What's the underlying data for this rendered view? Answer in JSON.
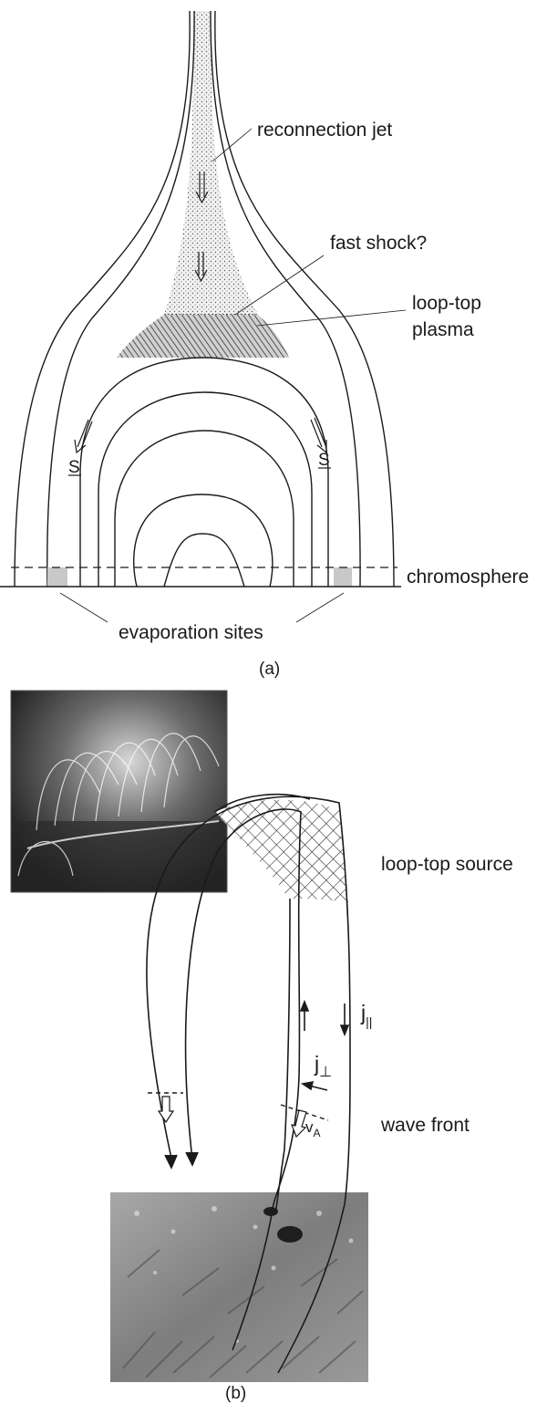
{
  "panel_a": {
    "caption": "(a)",
    "labels": {
      "reconnection_jet": "reconnection jet",
      "fast_shock": "fast shock?",
      "loop_top_1": "loop-top",
      "loop_top_2": "plasma",
      "chromosphere": "chromosphere",
      "evaporation": "evaporation sites",
      "s_left": "S",
      "s_right": "S"
    }
  },
  "panel_b": {
    "caption": "(b)",
    "labels": {
      "loop_top_source": "loop-top source",
      "j_par_main": "j",
      "j_par_sub": "||",
      "j_perp_main": "j",
      "j_perp_sub": "⊥",
      "wave_front": "wave front",
      "va_main": "v",
      "va_sub": "A"
    }
  },
  "colors": {
    "line": "#1a1a1a",
    "background": "#ffffff"
  }
}
